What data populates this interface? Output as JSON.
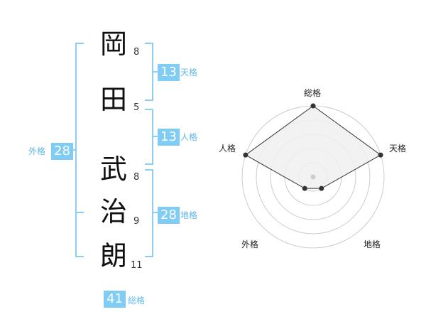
{
  "name": {
    "characters": [
      {
        "char": "岡",
        "strokes": "8"
      },
      {
        "char": "田",
        "strokes": "5"
      },
      {
        "char": "武",
        "strokes": "8"
      },
      {
        "char": "治",
        "strokes": "9"
      },
      {
        "char": "朗",
        "strokes": "11"
      }
    ]
  },
  "fortune": {
    "tenkaku": {
      "value": "13",
      "label": "天格"
    },
    "jinkaku": {
      "value": "13",
      "label": "人格"
    },
    "chikaku": {
      "value": "28",
      "label": "地格"
    },
    "gaikaku": {
      "value": "28",
      "label": "外格"
    },
    "soukaku": {
      "value": "41",
      "label": "総格"
    }
  },
  "radar": {
    "axes": [
      "総格",
      "天格",
      "地格",
      "外格",
      "人格"
    ],
    "levels": [
      5,
      5,
      1,
      1,
      5
    ],
    "max_level": 5,
    "colors": {
      "ring": "#cccccc",
      "fill": "#f0f0f0",
      "line": "#333333",
      "point": "#333333",
      "center": "#cccccc"
    }
  },
  "colors": {
    "bracket": "#8ecdf0",
    "badge": "#7fccf5",
    "badge_label": "#5fb8ea"
  }
}
